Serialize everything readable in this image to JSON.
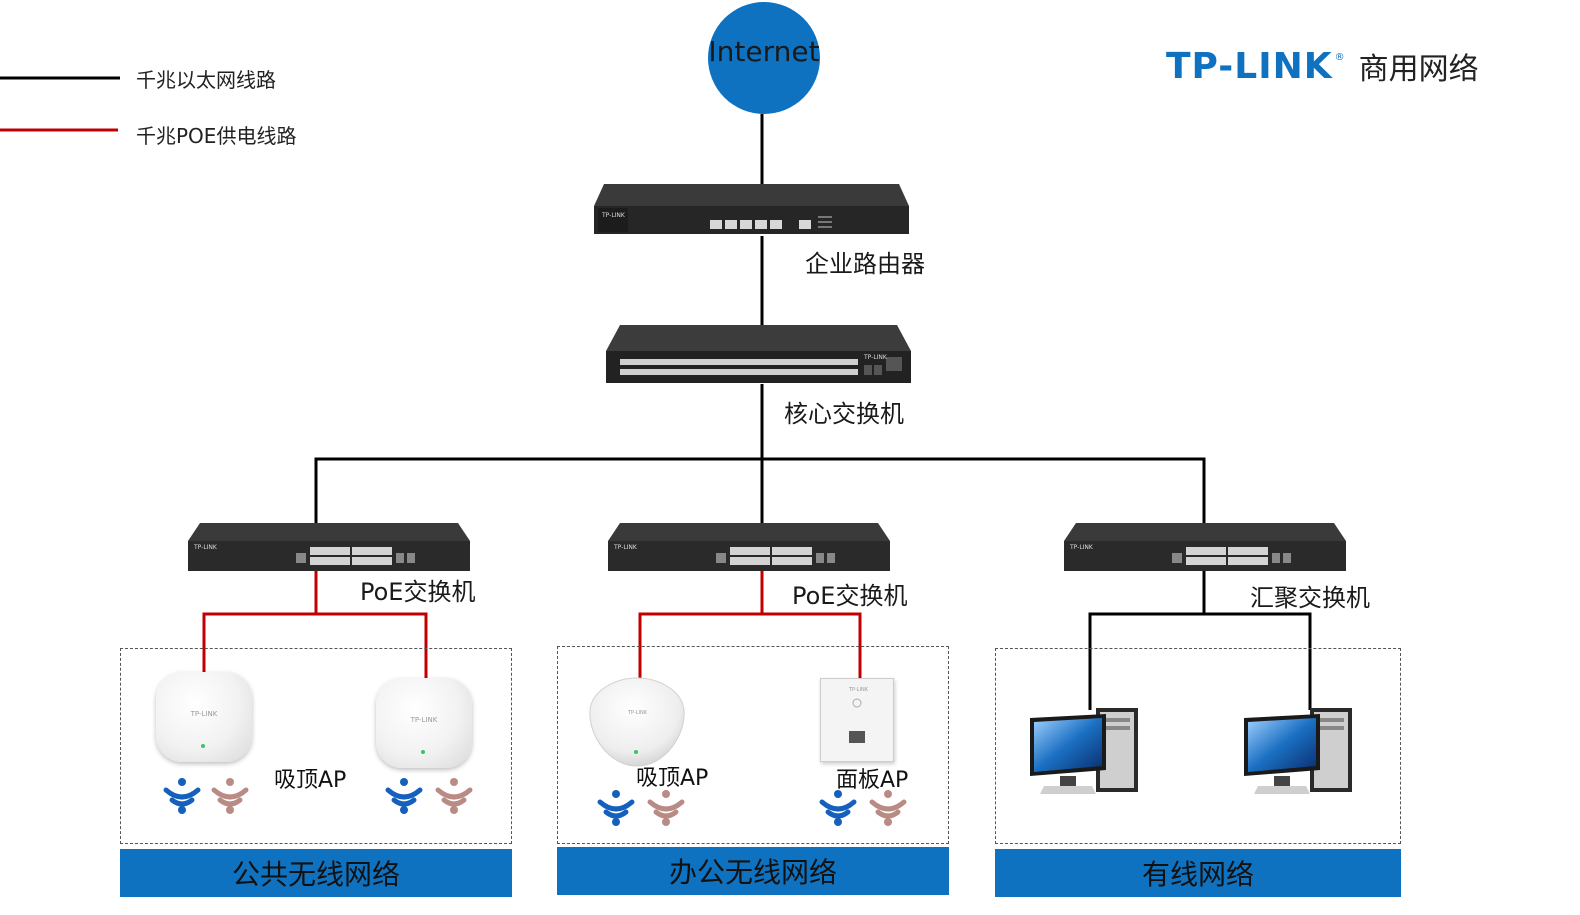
{
  "legend": {
    "ethernet_label": "千兆以太网线路",
    "poe_label": "千兆POE供电线路",
    "ethernet_color": "#000000",
    "poe_color": "#c00000"
  },
  "internet": {
    "label": "Internet",
    "color": "#0f72c0"
  },
  "brand": {
    "logo": "TP-LINK",
    "registered": "®",
    "subtitle": "商用网络",
    "color": "#0f72c0"
  },
  "devices": {
    "router": {
      "label": "企业路由器"
    },
    "core_switch": {
      "label": "核心交换机"
    },
    "poe_switch_1": {
      "label": "PoE交换机"
    },
    "poe_switch_2": {
      "label": "PoE交换机"
    },
    "aggregation_switch": {
      "label": "汇聚交换机"
    }
  },
  "zones": {
    "public_wireless": {
      "title": "公共无线网络",
      "ap_label": "吸顶AP"
    },
    "office_wireless": {
      "title": "办公无线网络",
      "ap_label_1": "吸顶AP",
      "ap_label_2": "面板AP"
    },
    "wired": {
      "title": "有线网络"
    }
  },
  "device_brand_text": "TP-LINK",
  "icons": [
    "router-icon",
    "switch-icon",
    "access-point-icon",
    "wall-panel-ap-icon",
    "wifi-signal-icon",
    "desktop-computer-icon"
  ]
}
